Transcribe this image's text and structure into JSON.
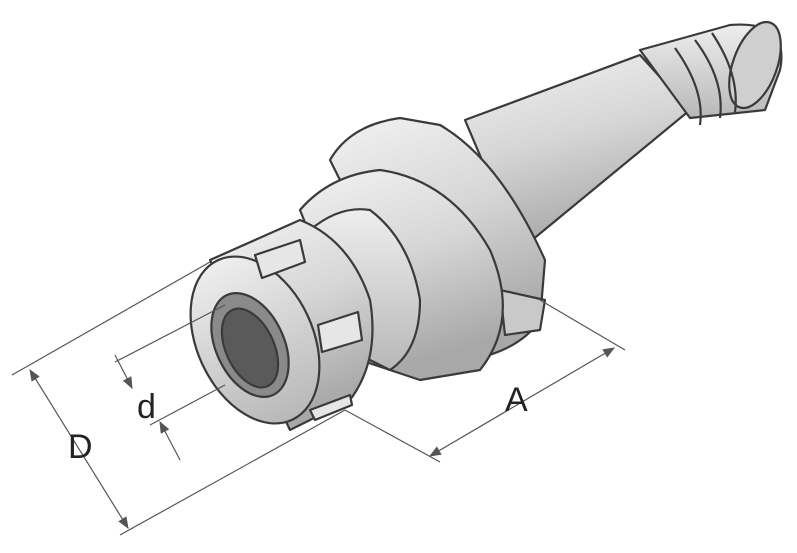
{
  "labels": {
    "outer_diameter": "D",
    "bore_diameter": "d",
    "length": "A"
  },
  "colors": {
    "body": "#d8d8d8",
    "shade": "#b5b5b5",
    "outline": "#3a3a3a",
    "dimension": "#555555"
  }
}
